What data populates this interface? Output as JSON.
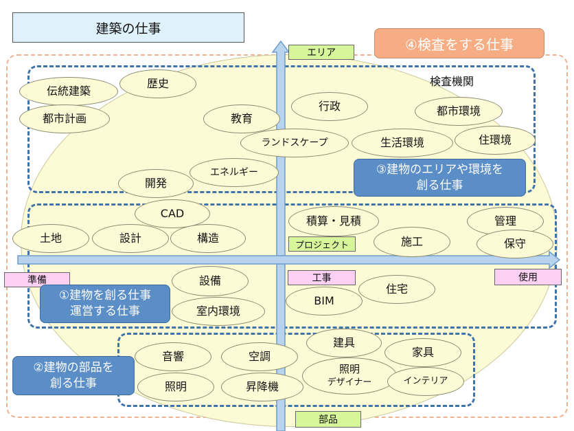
{
  "title": "建築の仕事",
  "category_labels": {
    "inspection": "④検査をする仕事",
    "area_env": [
      "③建物のエリアや環境を",
      "創る仕事"
    ],
    "build_manage": [
      "①建物を創る仕事",
      "運営する仕事"
    ],
    "parts": [
      "②建物の部品を",
      "創る仕事"
    ]
  },
  "axis_labels": {
    "area": "エリア",
    "project": "プロジェクト",
    "parts": "部品",
    "prep": "準備",
    "construction": "工事",
    "use": "使用"
  },
  "inspection_agency": "検査機関",
  "jobs": {
    "dentou": "伝統建築",
    "rekishi": "歴史",
    "toshikeikaku": "都市計画",
    "kyouiku": "教育",
    "gyousei": "行政",
    "toshikankyou": "都市環境",
    "landscape": "ランドスケープ",
    "seikatsu": "生活環境",
    "juukankyou": "住環境",
    "energy": "エネルギー",
    "kaihatsu": "開発",
    "cad": "CAD",
    "sekisan": "積算・見積",
    "kanri": "管理",
    "tochi": "土地",
    "sekkei": "設計",
    "kouzou": "構造",
    "sekou": "施工",
    "hoshu": "保守",
    "setsubi": "設備",
    "juutaku": "住宅",
    "bim": "BIM",
    "shitsunai": "室内環境",
    "tategu": "建具",
    "kagu": "家具",
    "onkyou": "音響",
    "kuuchou": "空調",
    "shoumei_designer": [
      "照明",
      "デザイナー"
    ],
    "interior": "インテリア",
    "shoumei": "照明",
    "shoukouki": "昇降機"
  }
}
